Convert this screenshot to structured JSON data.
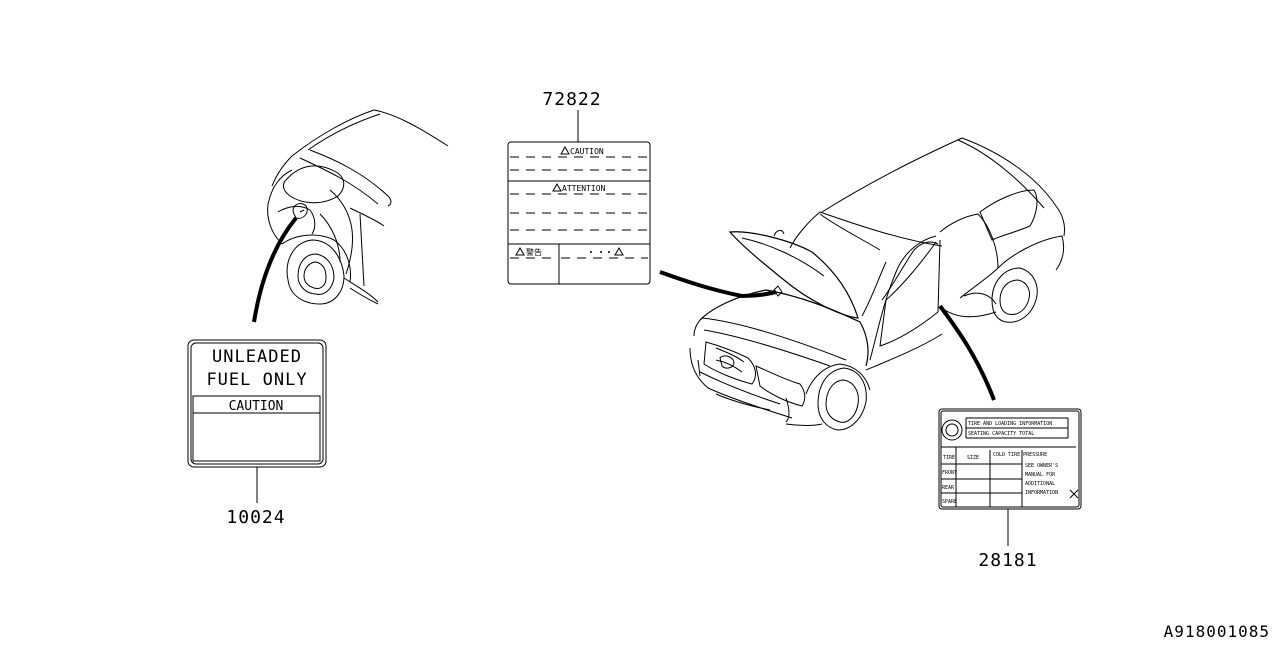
{
  "diagram": {
    "figure_number": "A918001085",
    "parts": [
      {
        "part_number": "10024",
        "label_lines": [
          "UNLEADED",
          "FUEL ONLY"
        ],
        "section": "CAUTION"
      },
      {
        "part_number": "72822",
        "sections": [
          "CAUTION",
          "ATTENTION",
          "警告"
        ]
      },
      {
        "part_number": "28181",
        "title": "TIRE AND LOADING INFORMATION",
        "subtitle": "SEATING CAPACITY TOTAL",
        "headers": [
          "TIRE",
          "SIZE",
          "COLD TIRE PRESSURE"
        ],
        "rows": [
          "FRONT",
          "REAR",
          "SPARE"
        ],
        "note_lines": [
          "SEE OWNER'S",
          "MANUAL FOR",
          "ADDITIONAL",
          "INFORMATION"
        ]
      }
    ]
  }
}
